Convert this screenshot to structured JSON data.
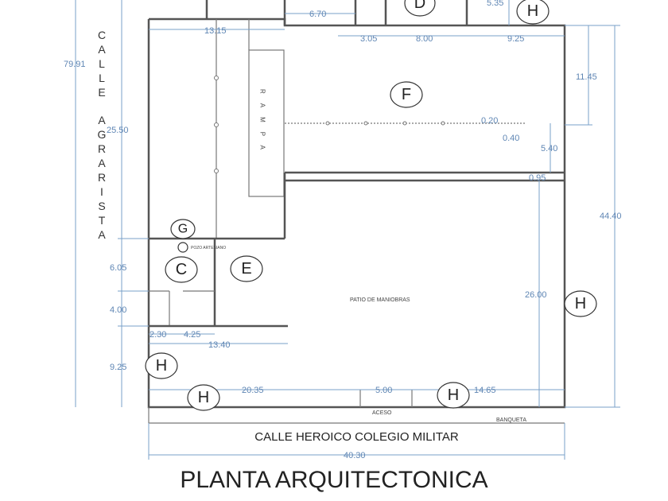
{
  "streets": {
    "left_1": "CALLE",
    "left_2": "AGRARISTA",
    "bottom": "CALLE HEROICO COLEGIO MILITAR"
  },
  "title": "PLANTA ARQUITECTONICA",
  "areas": {
    "D": "D",
    "F": "F",
    "G": "G",
    "C": "C",
    "E": "E",
    "H": "H"
  },
  "labels": {
    "ramp": "RAMPA",
    "patio": "PATIO DE MANIOBRAS",
    "well": "POZO ARTESIANO",
    "access": "ACESO",
    "sidewalk": "BANQUETA"
  },
  "dims": {
    "d670": "6.70",
    "d1315": "13.15",
    "d305": "3.05",
    "d800": "8.00",
    "d925": "9.25",
    "d535": "5.35",
    "d7991": "79.91",
    "d2550": "25.50",
    "d1145": "11.45",
    "d020": "0.20",
    "d040": "0.40",
    "d540": "5.40",
    "d095": "0.95",
    "d4440": "44.40",
    "d2600": "26.00",
    "d605": "6.05",
    "d400": "4.00",
    "d230": "2.30",
    "d425": "4.25",
    "d1340": "13.40",
    "d925b": "9.25",
    "d2035": "20.35",
    "d500": "5.00",
    "d1465": "14.65",
    "d4030": "40.30"
  }
}
